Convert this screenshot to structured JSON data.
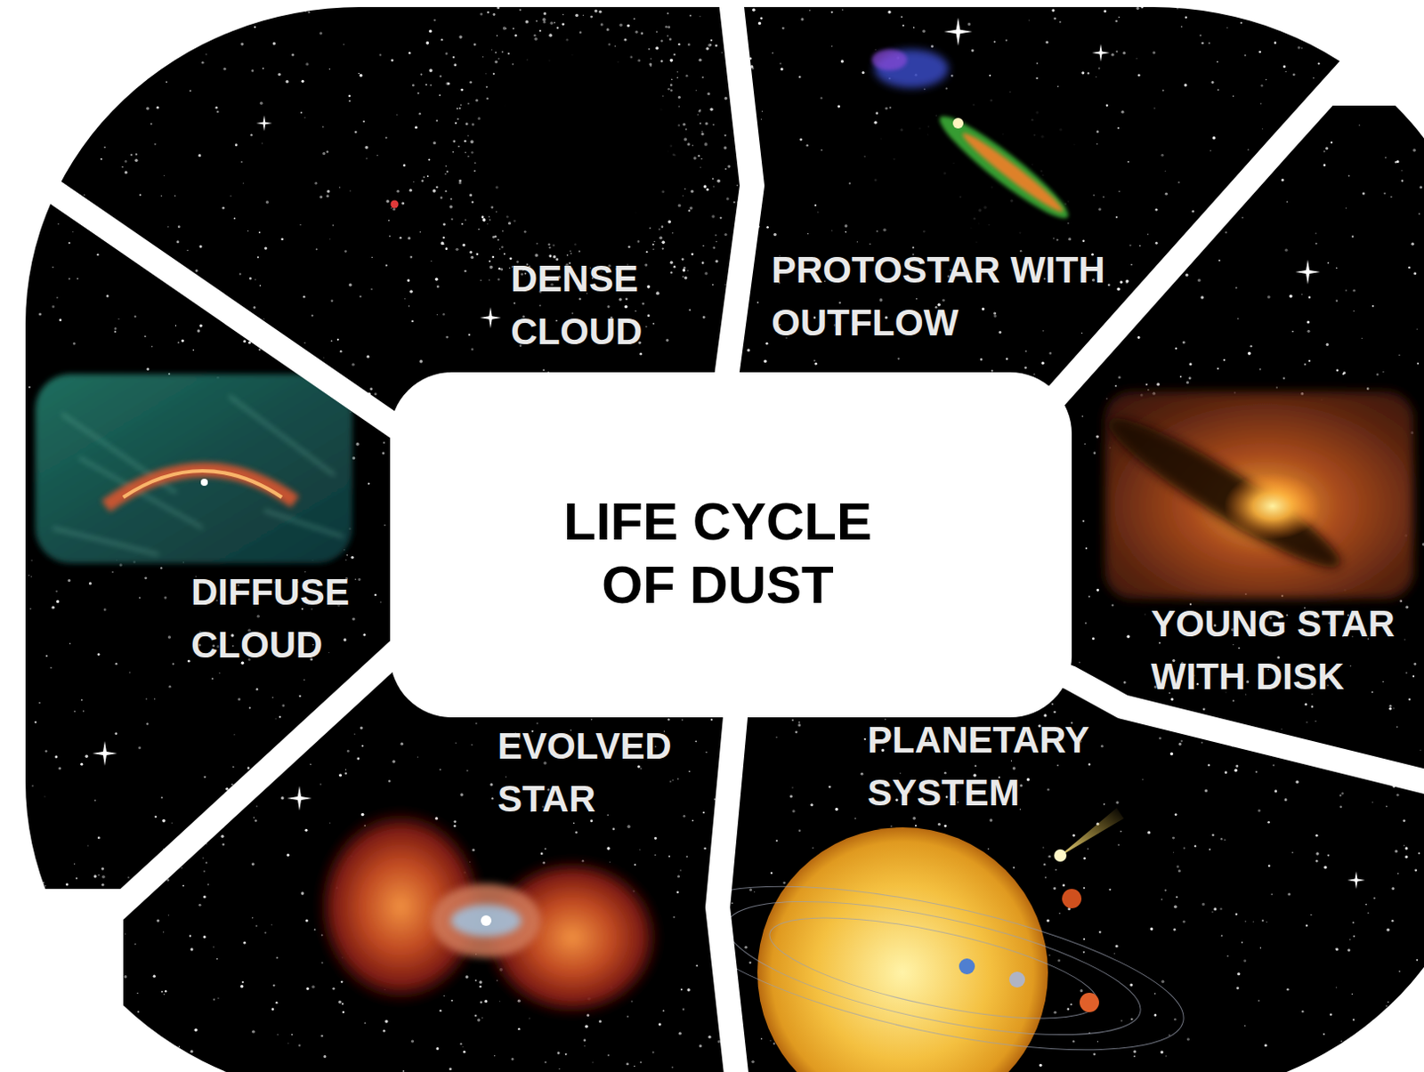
{
  "diagram": {
    "nodes": [
      {
        "text": [
          "LIFE CYCLE OF DUST"
        ]
      },
      {
        "text": [
          "DENSE CLOUD"
        ]
      },
      {
        "text": [
          "PROTOSTAR WITH OUTFLOW"
        ]
      },
      {
        "text": [
          "YOUNG STAR WITH DISK"
        ]
      },
      {
        "text": [
          "PLANETARY SYSTEM"
        ]
      },
      {
        "text": [
          "EVOLVED STAR"
        ]
      },
      {
        "text": [
          "DIFFUSE CLOUD"
        ]
      }
    ]
  }
}
